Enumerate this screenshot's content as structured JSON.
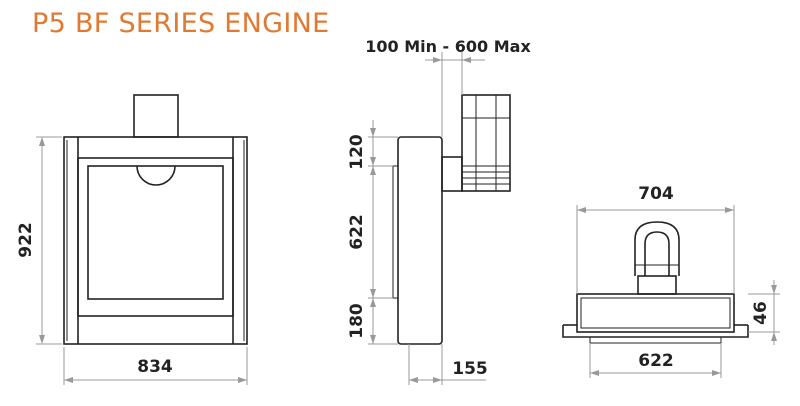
{
  "title": "P5 BF SERIES ENGINE",
  "front_view": {
    "height": "922",
    "width": "834"
  },
  "side_view": {
    "flue_offset": "100 Min - 600 Max",
    "top_height": "120",
    "mid_height": "622",
    "bottom_height": "180",
    "depth": "155"
  },
  "engine_view": {
    "outer_width": "704",
    "inner_width": "622",
    "height": "46"
  },
  "colors": {
    "title": "#e07a33",
    "line": "#222222",
    "dimension": "#999999"
  }
}
